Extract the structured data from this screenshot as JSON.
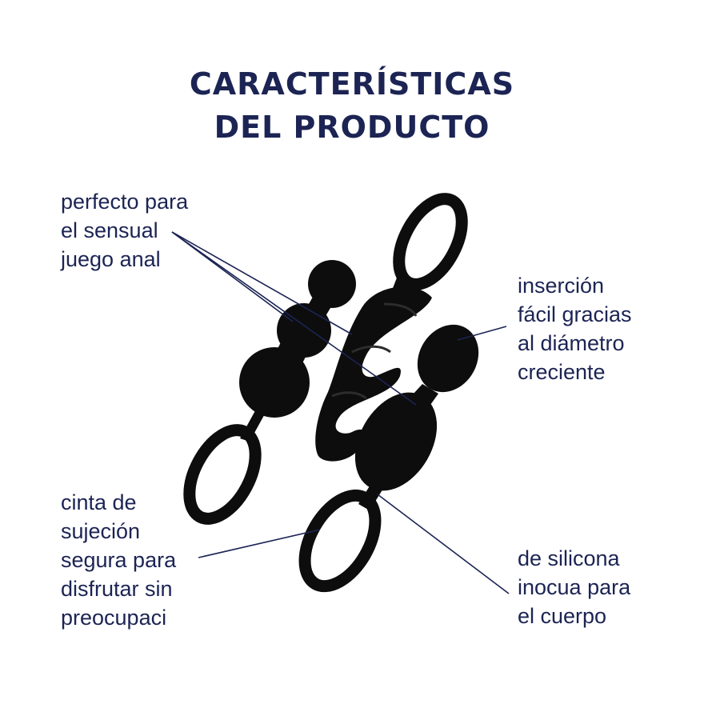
{
  "title": {
    "line1": "CARACTERÍSTICAS",
    "line2": "DEL PRODUCTO"
  },
  "callouts": {
    "anal_play": {
      "lines": [
        "perfecto para",
        "el sensual",
        "juego anal"
      ]
    },
    "easy_insertion": {
      "lines": [
        "inserción",
        "fácil gracias",
        "al diámetro",
        "creciente"
      ]
    },
    "safety_strap": {
      "lines": [
        "cinta de",
        "sujeción",
        "segura para",
        "disfrutar sin",
        "preocupaci"
      ]
    },
    "silicone": {
      "lines": [
        "de silicona",
        "inocua para",
        "el cuerpo"
      ]
    }
  },
  "colors": {
    "text_navy": "#1c2454",
    "product_black": "#0d0d0d",
    "line_navy": "#1c2454"
  }
}
